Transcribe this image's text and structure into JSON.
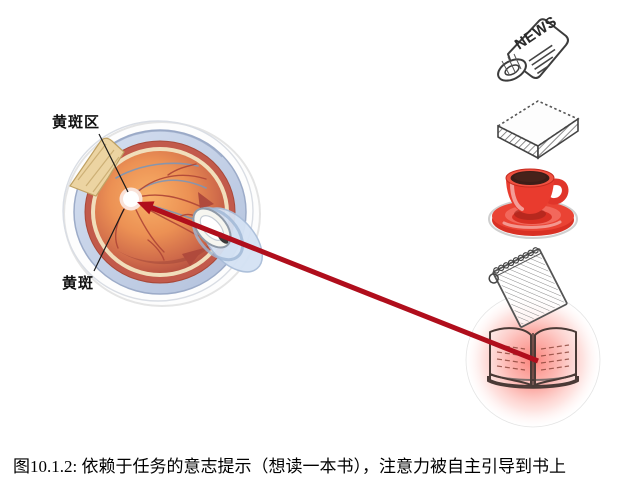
{
  "figure": {
    "caption": "图10.1.2: 依赖于任务的意志提示（想读一本书），注意力被自主引导到书上"
  },
  "eye": {
    "macula_area_label": "黄斑区",
    "macula_label": "黄斑"
  },
  "objects": {
    "newspaper_text": "NEWS",
    "items": [
      "newspaper",
      "paper-stack",
      "coffee-cup",
      "notepad",
      "open-book-highlighted"
    ]
  },
  "colors": {
    "arrow": "#b00e1c",
    "glow_center": "#f93b2e",
    "cup_red": "#e93b2e"
  }
}
